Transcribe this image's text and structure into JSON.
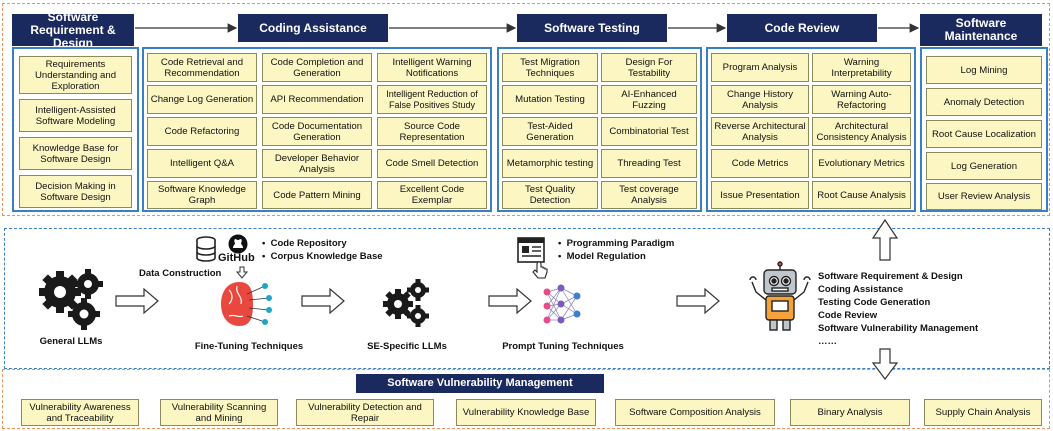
{
  "phases": [
    {
      "title": "Software Requirement & Design",
      "items": [
        "Requirements Understanding and Exploration",
        "Intelligent-Assisted Software Modeling",
        "Knowledge Base for Software Design",
        "Decision Making in Software Design"
      ]
    },
    {
      "title": "Coding Assistance",
      "items": [
        "Code Retrieval and Recommendation",
        "Code Completion and Generation",
        "Intelligent Warning Notifications",
        "Change Log Generation",
        "API Recommendation",
        "Intelligent Reduction of False Positives Study",
        "Code Refactoring",
        "Code Documentation Generation",
        "Source Code Representation",
        "Intelligent Q&A",
        "Developer Behavior Analysis",
        "Code Smell Detection",
        "Software Knowledge Graph",
        "Code Pattern Mining",
        "Excellent Code Exemplar"
      ]
    },
    {
      "title": "Software Testing",
      "items": [
        "Test Migration Techniques",
        "Design For Testability",
        "Mutation Testing",
        "AI-Enhanced Fuzzing",
        "Test-Aided Generation",
        "Combinatorial Test",
        "Metamorphic testing",
        "Threading Test",
        "Test Quality Detection",
        "Test coverage Analysis"
      ]
    },
    {
      "title": "Code Review",
      "items": [
        "Program Analysis",
        "Warning Interpretability",
        "Change History Analysis",
        "Warning Auto-Refactoring",
        "Reverse Architectural Analysis",
        "Architectural Consistency Analysis",
        "Code Metrics",
        "Evolutionary Metrics",
        "Issue Presentation",
        "Root Cause Analysis"
      ]
    },
    {
      "title": "Software Maintenance",
      "items": [
        "Log Mining",
        "Anomaly Detection",
        "Root Cause Localization",
        "Log Generation",
        "User Review Analysis"
      ]
    }
  ],
  "pipeline": {
    "general_llms": "General LLMs",
    "data_construction": "Data Construction",
    "github_label": "GitHub",
    "sources": [
      "Code Repository",
      "Corpus Knowledge Base"
    ],
    "fine_tuning": "Fine-Tuning Techniques",
    "se_llms": "SE-Specific LLMs",
    "prompt_items": [
      "Programming Paradigm",
      "Model Regulation"
    ],
    "prompt_tuning": "Prompt Tuning Techniques",
    "outputs": [
      "Software Requirement & Design",
      "Coding Assistance",
      "Testing Code Generation",
      "Code Review",
      "Software Vulnerability Management",
      "……"
    ]
  },
  "vulnerability": {
    "title": "Software Vulnerability Management",
    "items": [
      "Vulnerability Awareness and Traceability",
      "Vulnerability Scanning and Mining",
      "Vulnerability Detection and Repair",
      "Vulnerability Knowledge Base",
      "Software Composition Analysis",
      "Binary Analysis",
      "Supply Chain Analysis"
    ]
  },
  "colors": {
    "header": "#1b2a5e",
    "cell": "#fbf6c2",
    "group_border": "#3a7fc4",
    "dash_orange": "#e8915a",
    "dash_blue": "#3a7fc4"
  }
}
